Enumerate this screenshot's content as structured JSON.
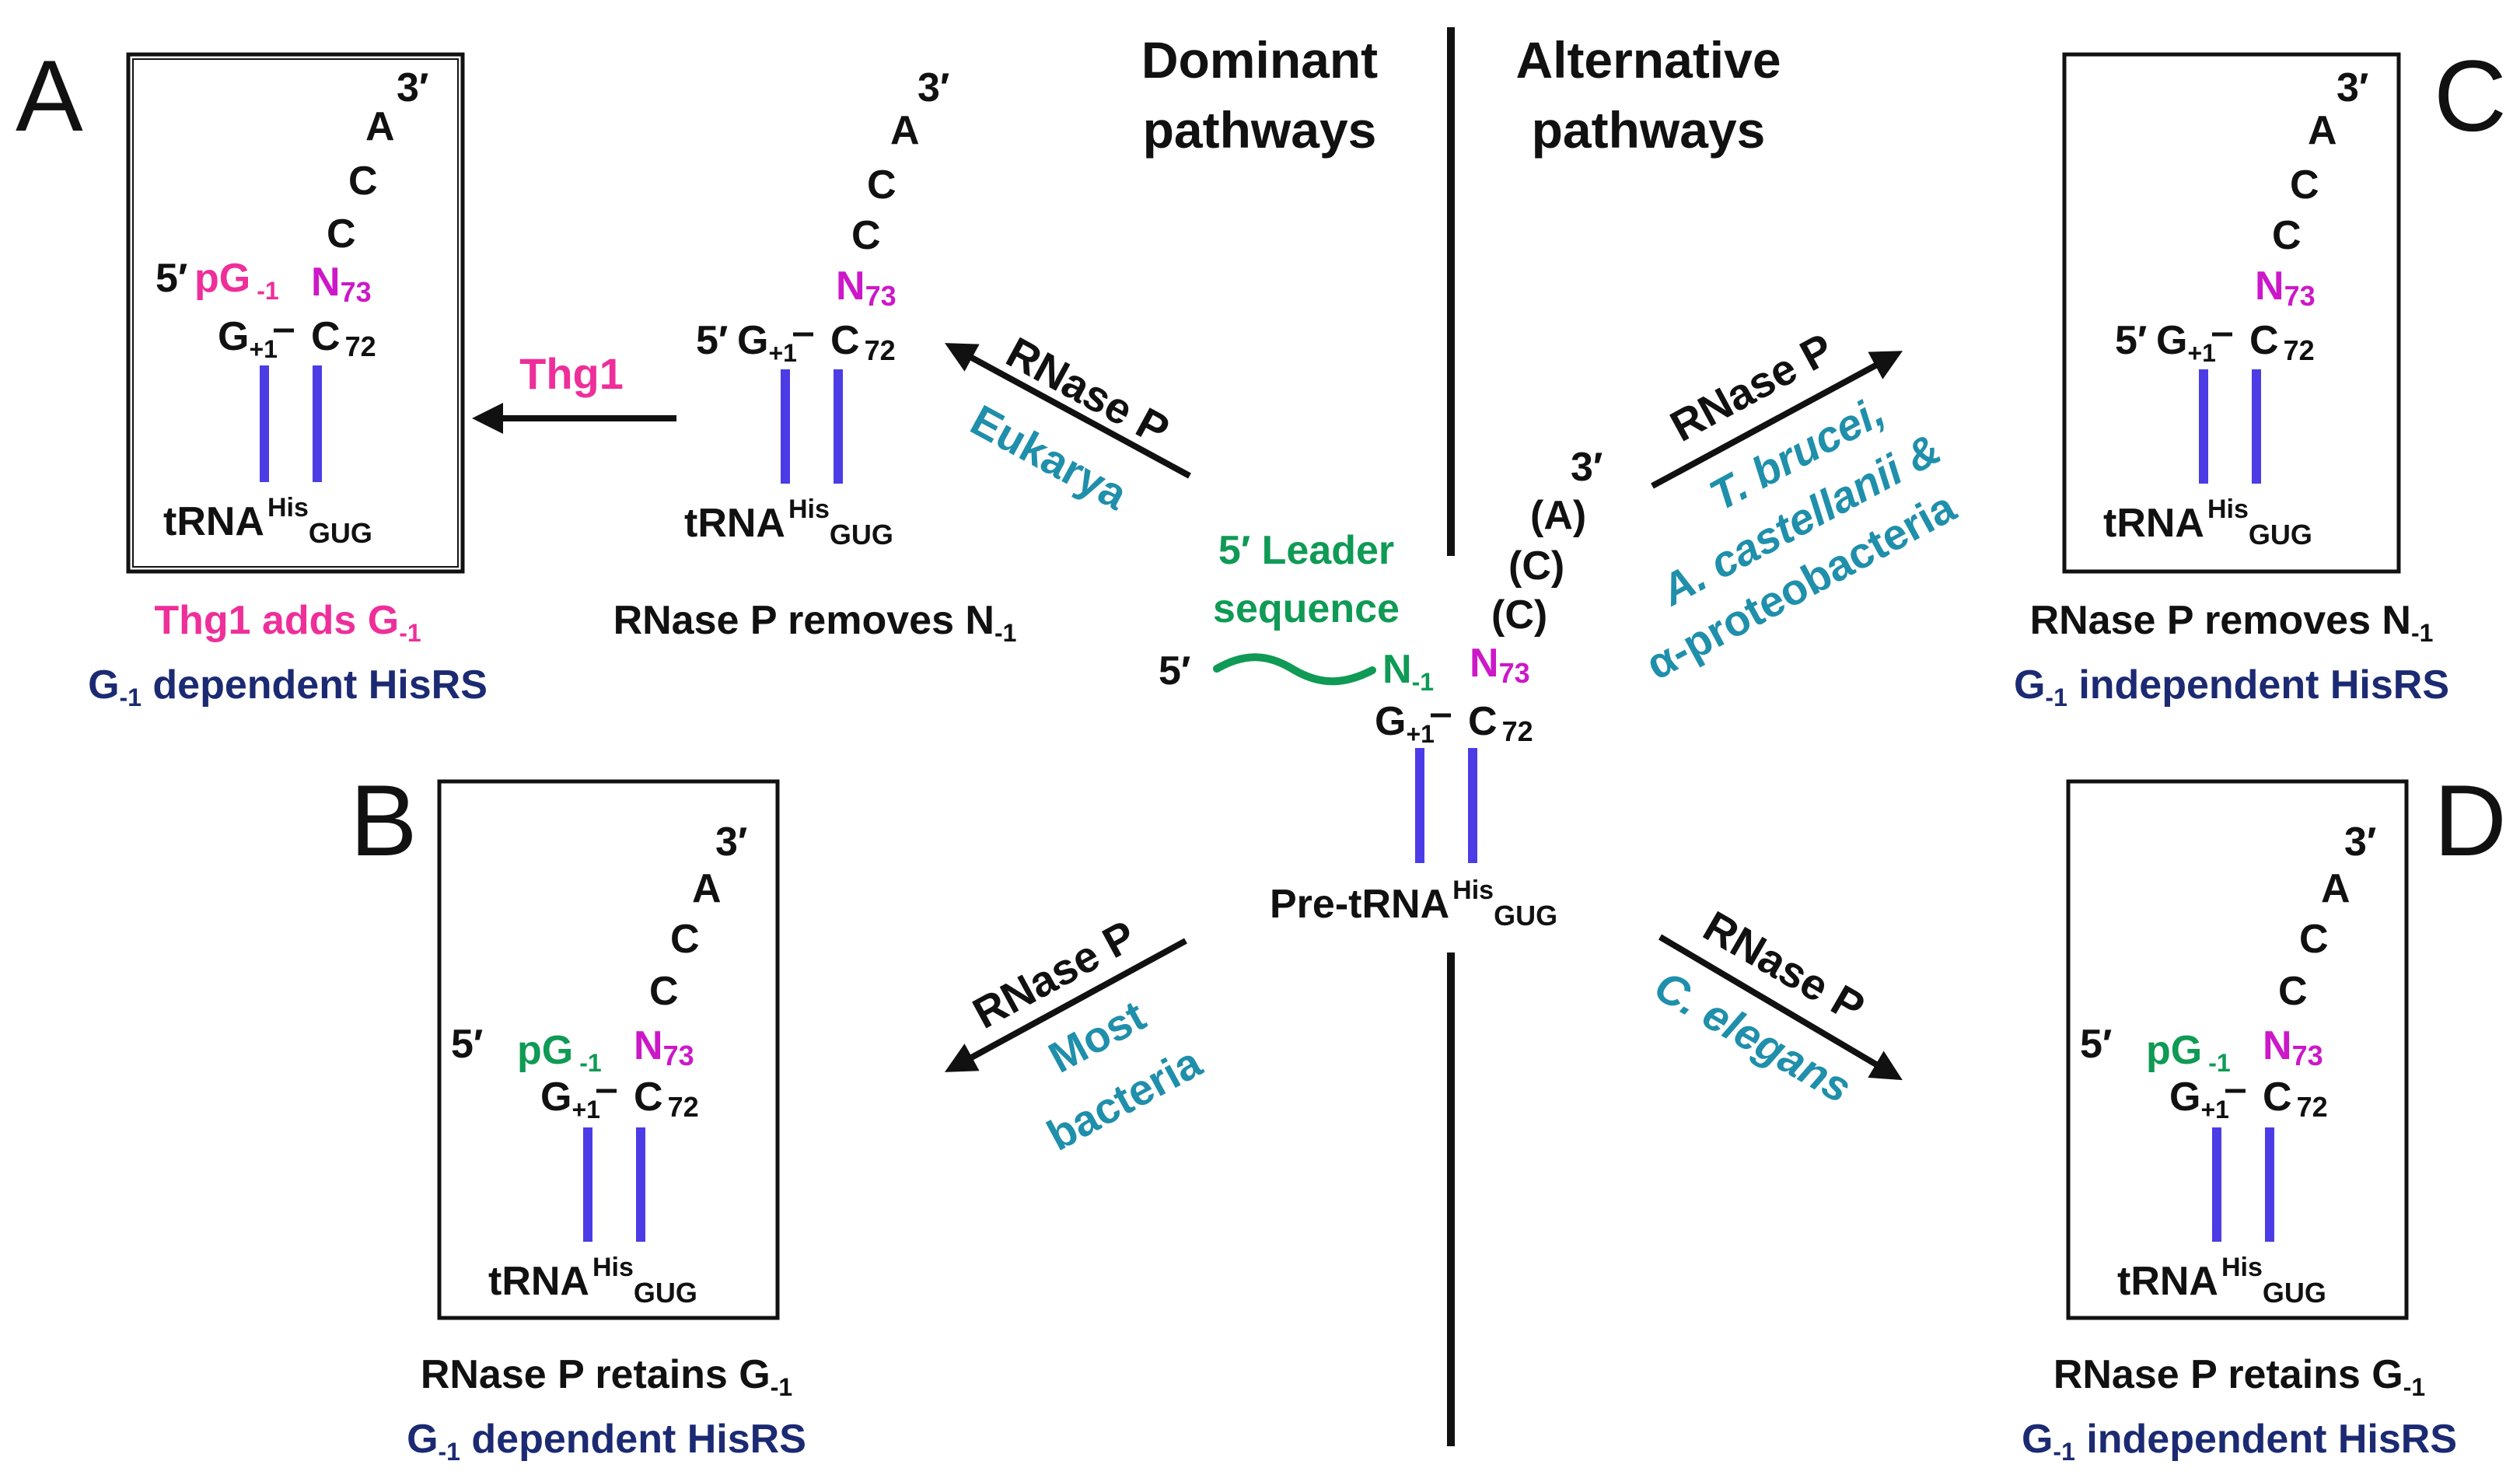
{
  "colors": {
    "black": "#111111",
    "magenta": "#cc18c8",
    "pink": "#ee2f9a",
    "green": "#0f9a55",
    "teal": "#1f8fab",
    "navy": "#1b2a72",
    "bond_blue": "#4c3ce6"
  },
  "header": {
    "dominant_line1": "Dominant",
    "dominant_line2": "pathways",
    "alternative_line1": "Alternative",
    "alternative_line2": "pathways"
  },
  "panel_letters": {
    "a": "A",
    "b": "B",
    "c": "C",
    "d": "D"
  },
  "nt": {
    "three_prime": "3′",
    "five_prime": "5′",
    "A": "A",
    "C": "C",
    "N": "N",
    "N73_sub": "73",
    "G": "G",
    "plus1_sub": "+1",
    "C72_sub": "72",
    "pG": "pG",
    "G_minus": "G",
    "minus1_sub": "-1",
    "tRNA": "tRNA",
    "His_sup": "His",
    "GUG_sub": "GUG",
    "paren_A": "(A)",
    "paren_C": "(C)",
    "N_minus": "N",
    "pre_tRNA": "Pre-tRNA"
  },
  "center": {
    "leader_line1": "5′ Leader",
    "leader_line2": "sequence"
  },
  "arrows": {
    "thg1": "Thg1",
    "rnase_p": "RNase P",
    "eukarya": "Eukarya",
    "most": "Most",
    "bacteria": "bacteria",
    "tbrucei": "T. brucei,",
    "acastellanii": "A. castellanii &",
    "alpha_proteo": "α-proteobacteria",
    "celegans": "C. elegans"
  },
  "captions": {
    "a_line1_main": "Thg1 adds G",
    "a_line2_tail": " dependent HisRS",
    "mid_line1": "RNase P removes N",
    "b_line1": "RNase P retains G",
    "b_line2_tail": " dependent HisRS",
    "c_line1": "RNase P removes N",
    "c_line2_tail": " independent HisRS",
    "d_line1": "RNase P retains G",
    "d_line2_tail": " independent HisRS"
  }
}
